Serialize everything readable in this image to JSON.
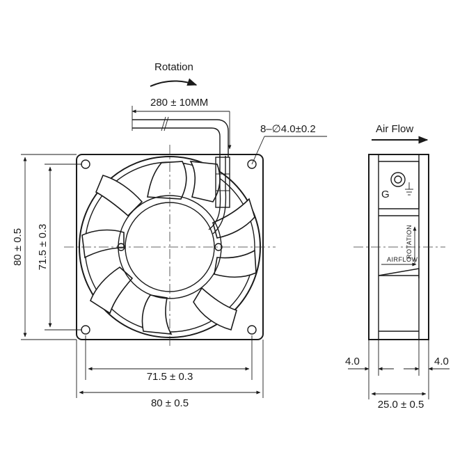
{
  "labels": {
    "rotation": "Rotation",
    "cable_length": "280 ± 10MM",
    "holes": "8–∅4.0±0.2",
    "air_flow": "Air Flow",
    "front_height_outer": "80 ± 0.5",
    "front_height_inner": "71.5 ± 0.3",
    "front_width_inner": "71.5 ± 0.3",
    "front_width_outer": "80 ± 0.5",
    "side_flange_left": "4.0",
    "side_flange_right": "4.0",
    "side_depth": "25.0 ± 0.5",
    "ground_mark": "G",
    "side_rotation_marking": "ROTATION",
    "side_airflow_marking": "AIRFLOW"
  },
  "colors": {
    "line": "#1a1a1a",
    "background": "#ffffff"
  },
  "icons": {
    "ground": "ground-symbol-icon",
    "rotation": "curved-arrow-icon",
    "airflow": "arrow-right-icon"
  }
}
